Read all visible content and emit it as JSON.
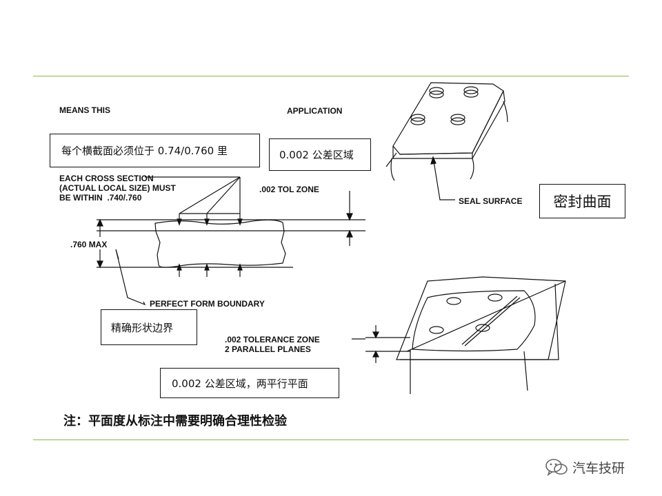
{
  "labels": {
    "means_this": "MEANS THIS",
    "application": "APPLICATION",
    "each_cross_section": "EACH CROSS SECTION\n(ACTUAL LOCAL SIZE) MUST\nBE WITHIN  .740/.760",
    "tol_zone": ".002 TOL ZONE",
    "size_max": ".760 MAX",
    "perfect_form": "PERFECT FORM BOUNDARY",
    "seal_surface": "SEAL SURFACE",
    "tolerance_zone": ".002 TOLERANCE ZONE\n2 PARALLEL PLANES"
  },
  "callouts": {
    "cross_section_cn": "每个横截面必须位于 0.74/0.760 里",
    "tol_zone_cn": "0.002 公差区域",
    "seal_cn": "密封曲面",
    "perfect_form_cn": "精确形状边界",
    "parallel_planes_cn": "0.002 公差区域，两平行平面"
  },
  "note": "注：平面度从标注中需要明确合理性检验",
  "watermark": "汽车技研",
  "colors": {
    "rule": "#8db54a",
    "ink": "#111111"
  }
}
